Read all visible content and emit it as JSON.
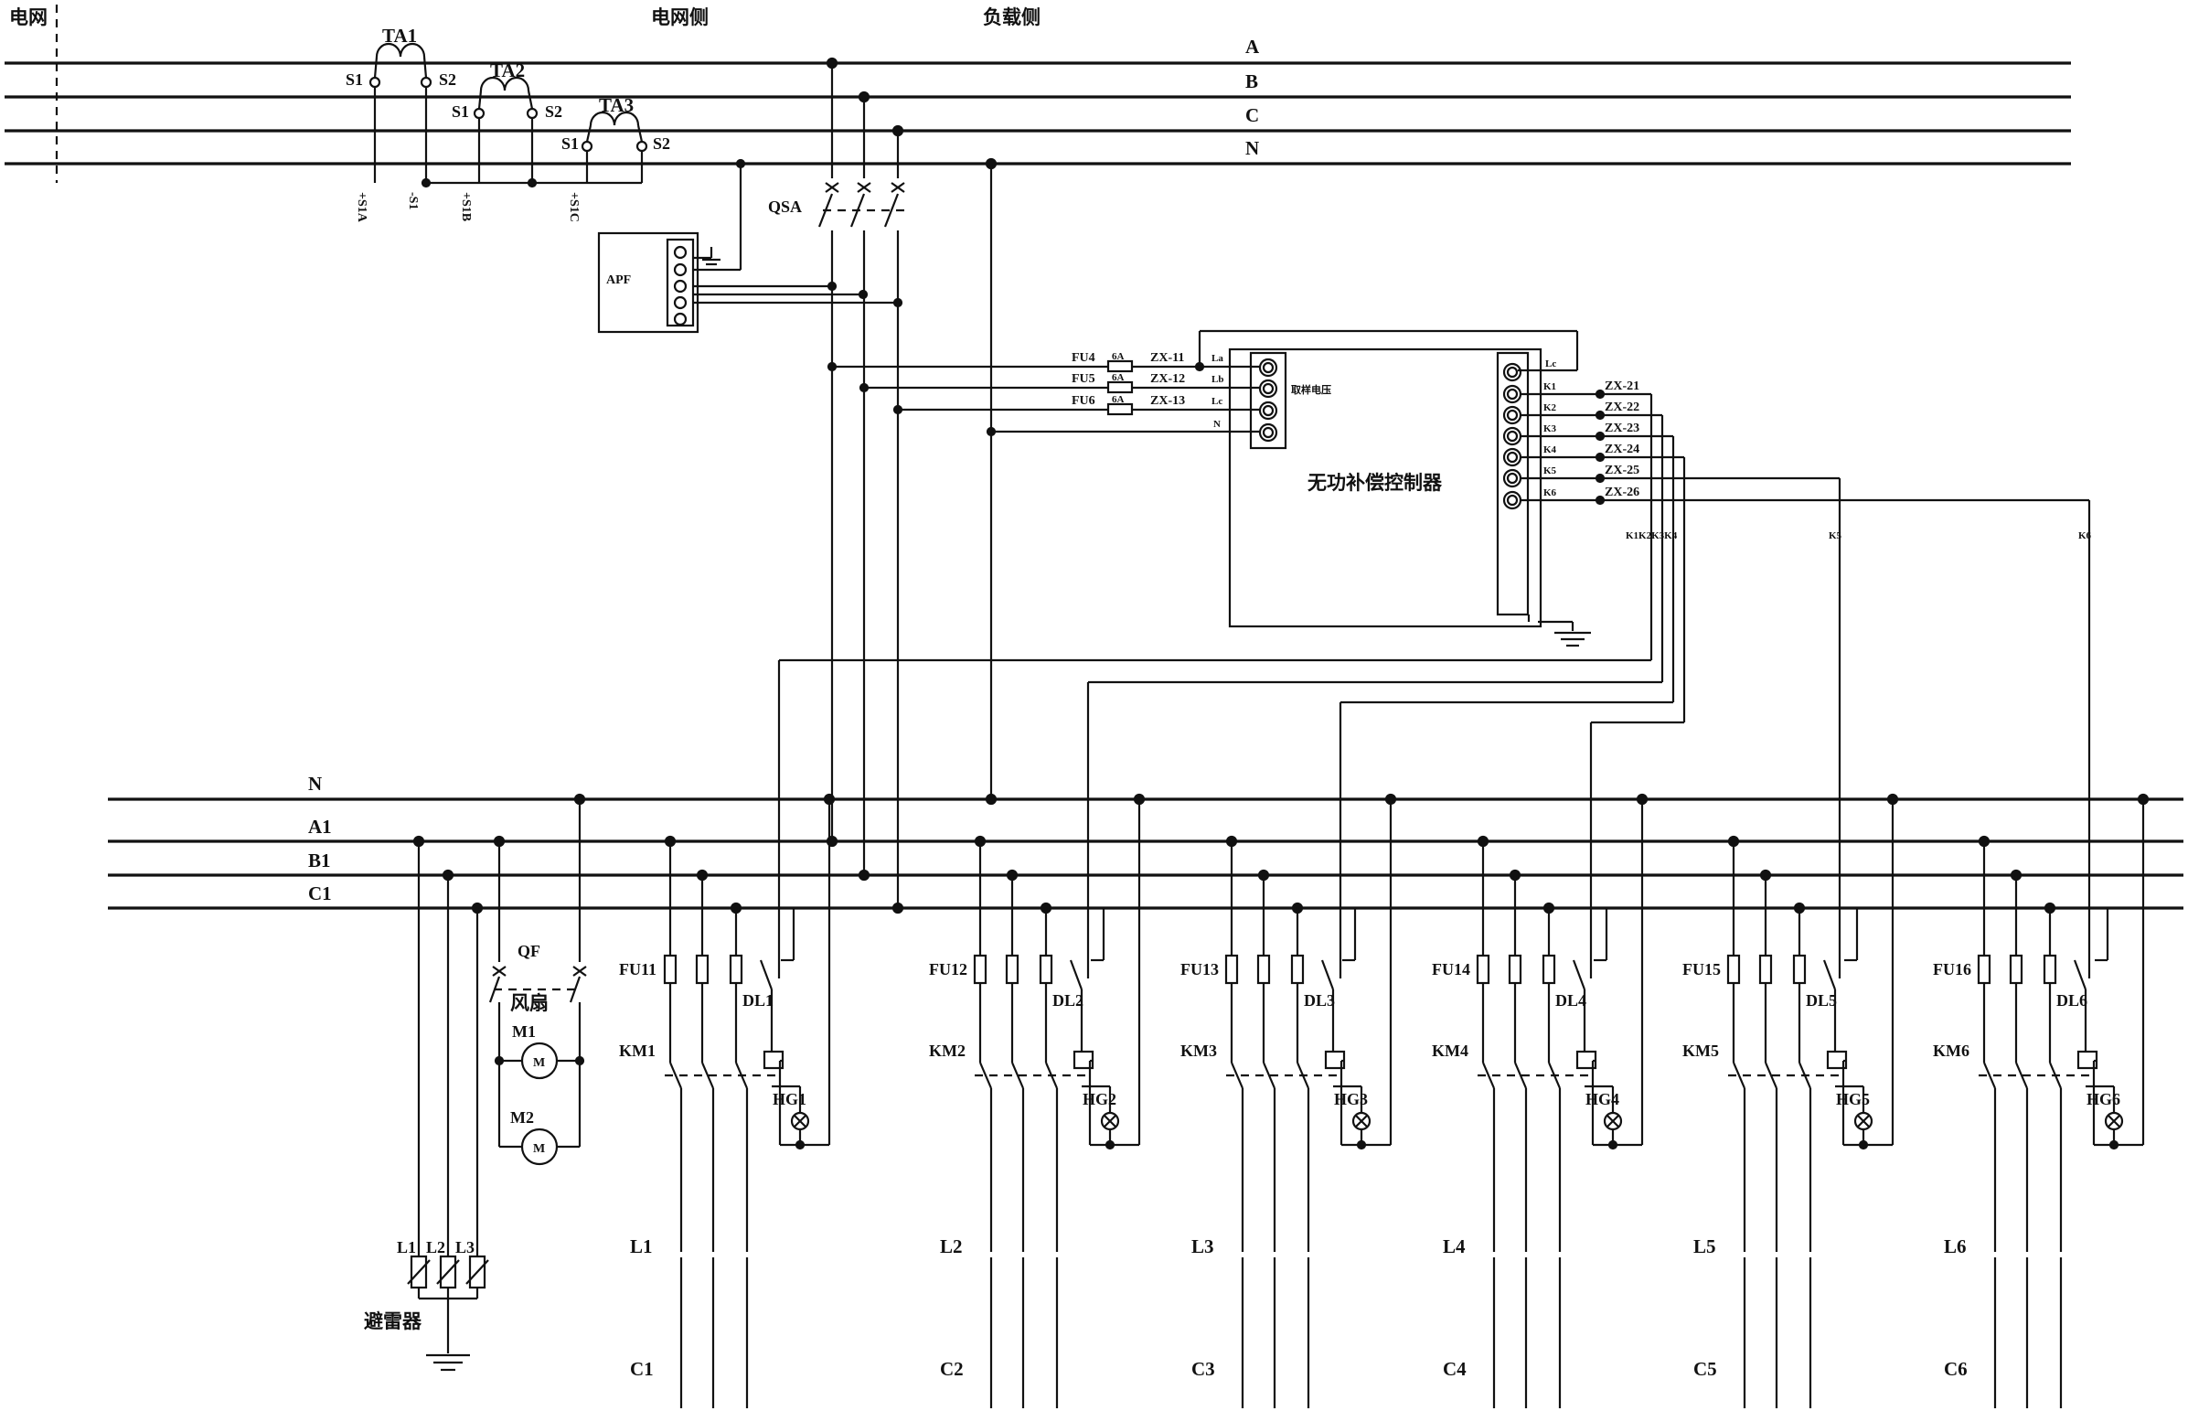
{
  "header": {
    "grid": "电网",
    "grid_side": "电网侧",
    "load_side": "负载侧"
  },
  "buses_top": [
    "A",
    "B",
    "C",
    "N"
  ],
  "ct": [
    {
      "name": "TA1",
      "s1": "S1",
      "s2": "S2",
      "term": "+S1A"
    },
    {
      "name": "TA2",
      "s1": "S1",
      "s2": "S2",
      "term": "+S1B"
    },
    {
      "name": "TA3",
      "s1": "S1",
      "s2": "S2",
      "term": "+S1C"
    }
  ],
  "ct_common": "-S1",
  "apf": {
    "label": "APF"
  },
  "qsa": {
    "label": "QSA"
  },
  "fuses_ctrl": [
    {
      "fuse": "FU4",
      "rating": "6A",
      "term": "ZX-11",
      "pin": "La"
    },
    {
      "fuse": "FU5",
      "rating": "6A",
      "term": "ZX-12",
      "pin": "Lb"
    },
    {
      "fuse": "FU6",
      "rating": "6A",
      "term": "ZX-13",
      "pin": "Lc"
    }
  ],
  "n_pin": "N",
  "controller": {
    "title": "无功补偿控制器",
    "sample_label": "取样电压",
    "com_pin": "Lc",
    "outputs": [
      {
        "term": "ZX-21",
        "pin": "K1"
      },
      {
        "term": "ZX-22",
        "pin": "K2"
      },
      {
        "term": "ZX-23",
        "pin": "K3"
      },
      {
        "term": "ZX-24",
        "pin": "K4"
      },
      {
        "term": "ZX-25",
        "pin": "K5"
      },
      {
        "term": "ZX-26",
        "pin": "K6"
      }
    ],
    "bus_labels": [
      "K1K2K3K4",
      "K5",
      "K6"
    ]
  },
  "buses_bottom": [
    "N",
    "A1",
    "B1",
    "C1"
  ],
  "fan": {
    "breaker": "QF",
    "label": "风扇",
    "motors": [
      "M1",
      "M2"
    ],
    "motor_symbol": "M"
  },
  "arrester": {
    "label": "避雷器",
    "items": [
      "L1",
      "L2",
      "L3"
    ]
  },
  "branches": [
    {
      "fu": "FU11",
      "dl": "DL1",
      "km": "KM1",
      "hg": "HG1",
      "l": "L1",
      "c": "C1"
    },
    {
      "fu": "FU12",
      "dl": "DL2",
      "km": "KM2",
      "hg": "HG2",
      "l": "L2",
      "c": "C2"
    },
    {
      "fu": "FU13",
      "dl": "DL3",
      "km": "KM3",
      "hg": "HG3",
      "l": "L3",
      "c": "C3"
    },
    {
      "fu": "FU14",
      "dl": "DL4",
      "km": "KM4",
      "hg": "HG4",
      "l": "L4",
      "c": "C4"
    },
    {
      "fu": "FU15",
      "dl": "DL5",
      "km": "KM5",
      "hg": "HG5",
      "l": "L5",
      "c": "C5"
    },
    {
      "fu": "FU16",
      "dl": "DL6",
      "km": "KM6",
      "hg": "HG6",
      "l": "L6",
      "c": "C6"
    }
  ]
}
